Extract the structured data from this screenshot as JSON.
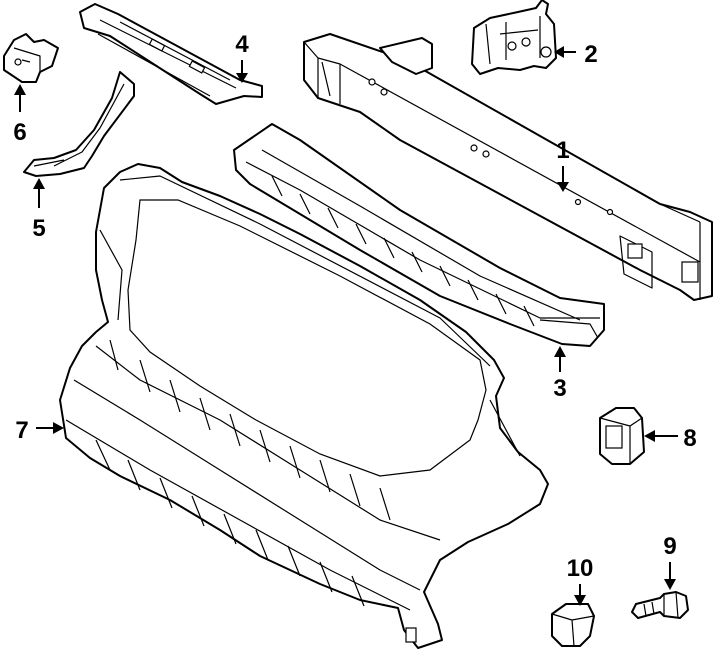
{
  "diagram": {
    "callouts": [
      {
        "id": "1",
        "label": "1",
        "part": "bumper-reinforcement-beam"
      },
      {
        "id": "2",
        "label": "2",
        "part": "bracket-right"
      },
      {
        "id": "3",
        "label": "3",
        "part": "energy-absorber"
      },
      {
        "id": "4",
        "label": "4",
        "part": "upper-tie-bar"
      },
      {
        "id": "5",
        "label": "5",
        "part": "side-stay"
      },
      {
        "id": "6",
        "label": "6",
        "part": "bracket-left"
      },
      {
        "id": "7",
        "label": "7",
        "part": "radiator-support"
      },
      {
        "id": "8",
        "label": "8",
        "part": "mount-grommet"
      },
      {
        "id": "9",
        "label": "9",
        "part": "bolt"
      },
      {
        "id": "10",
        "label": "10",
        "part": "clip"
      }
    ]
  }
}
